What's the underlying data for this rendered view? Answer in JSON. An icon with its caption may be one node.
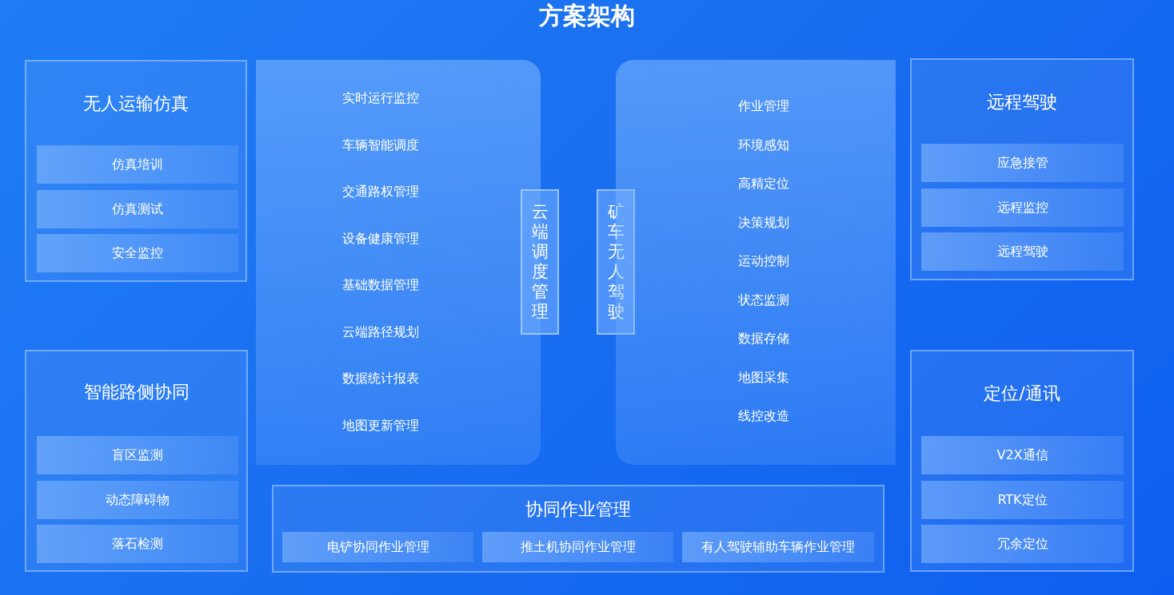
{
  "diagram": {
    "title": "方案架构",
    "nodes": [
      {
        "text": [
          "无人运输仿真"
        ]
      },
      {
        "text": [
          "仿真培训"
        ],
        "in": 0
      },
      {
        "text": [
          "仿真测试"
        ],
        "in": 0
      },
      {
        "text": [
          "安全监控"
        ],
        "in": 0
      },
      {
        "text": [
          "实时运行监控",
          "车辆智能调度",
          "交通路权管理",
          "设备健康管理",
          "基础数据管理",
          "云端路径规划",
          "数据统计报表",
          "地图更新管理"
        ]
      },
      {
        "text": [
          "云端调度管理"
        ]
      },
      {
        "text": [
          "矿车无人驾驶"
        ]
      },
      {
        "text": [
          "作业管理",
          "环境感知",
          "高精定位",
          "决策规划",
          "运动控制",
          "状态监测",
          "数据存储",
          "地图采集",
          "线控改造"
        ]
      },
      {
        "text": [
          "远程驾驶"
        ]
      },
      {
        "text": [
          "应急接管"
        ],
        "in": 8
      },
      {
        "text": [
          "远程监控"
        ],
        "in": 8
      },
      {
        "text": [
          "远程驾驶"
        ],
        "in": 8
      },
      {
        "text": [
          "智能路侧协同"
        ]
      },
      {
        "text": [
          "盲区监测"
        ],
        "in": 12
      },
      {
        "text": [
          "动态障碍物"
        ],
        "in": 12
      },
      {
        "text": [
          "落石检测"
        ],
        "in": 12
      },
      {
        "text": [
          "协同作业管理"
        ]
      },
      {
        "text": [
          "电铲协同作业管理"
        ],
        "in": 16
      },
      {
        "text": [
          "推土机协同作业管理"
        ],
        "in": 16
      },
      {
        "text": [
          "有人驾驶辅助车辆作业管理"
        ],
        "in": 16
      },
      {
        "text": [
          "定位/通讯"
        ]
      },
      {
        "text": [
          "V2X通信"
        ],
        "in": 20
      },
      {
        "text": [
          "RTK定位"
        ],
        "in": 20
      },
      {
        "text": [
          "冗余定位"
        ],
        "in": 20
      }
    ]
  }
}
